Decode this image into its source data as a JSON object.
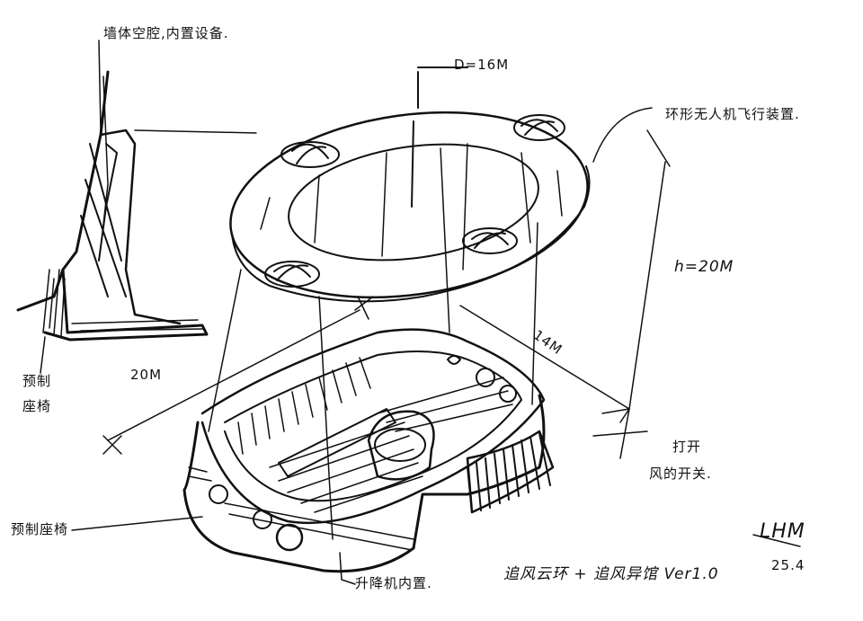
{
  "labels": {
    "wall_cavity": "墙体空腔,内置设备.",
    "ring_drone": "环形无人机飞行装置.",
    "diameter": "D=16M",
    "height": "h=20M",
    "width_14": "14M",
    "width_20": "20M",
    "seat_top_1": "预制",
    "seat_top_2": "座椅",
    "seat_bottom": "预制座椅",
    "elevator": "升降机内置.",
    "wind_1": "打开",
    "wind_2": "风的开关.",
    "title": "追风云环 + 追风异馆 Ver1.0",
    "signature": "LHM",
    "date": "25.4"
  },
  "colors": {
    "ink": "#111111",
    "paper": "#ffffff"
  }
}
